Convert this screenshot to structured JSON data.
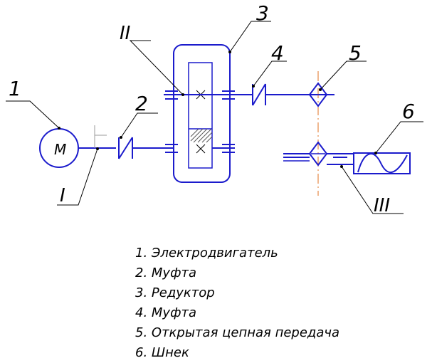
{
  "labels": {
    "motor_number": "1",
    "coupling_number": "2",
    "reducer_number": "3",
    "coupling2_number": "4",
    "chain_number": "5",
    "auger_number": "6",
    "shaft_I": "I",
    "shaft_II": "II",
    "shaft_III": "III",
    "motor_symbol": "M"
  },
  "legend": [
    "1. Электродвигатель",
    "2. Муфта",
    "3. Редуктор",
    "4. Муфта",
    "5. Открытая цепная передача",
    "6. Шнек"
  ],
  "colors": {
    "drawing": "#1b1bcc",
    "leaders": "#000000",
    "centerline": "#e07020",
    "hatch": "#555555"
  }
}
